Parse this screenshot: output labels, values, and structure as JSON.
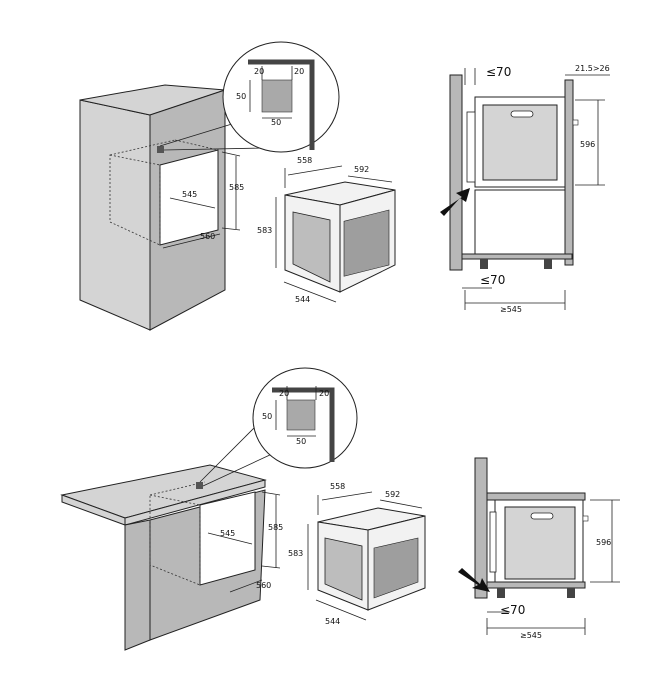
{
  "top_diagram": {
    "detail": {
      "w": "20",
      "h": "50",
      "d1": "20",
      "d2": "20",
      "w2": "50"
    },
    "niche": {
      "d": "585",
      "w": "560",
      "depth": "545"
    },
    "oven": {
      "w": "558",
      "d": "592",
      "h": "583",
      "depth": "544"
    },
    "side": {
      "top_gap": "≤70",
      "top_right": "21.5>26",
      "h": "596",
      "bottom_gap": "≤70",
      "depth": "≥545"
    }
  },
  "bottom_diagram": {
    "detail": {
      "w": "20",
      "h": "50",
      "d1": "20",
      "d2": "20",
      "w2": "50"
    },
    "niche": {
      "d": "585",
      "w": "560",
      "depth": "545"
    },
    "oven": {
      "w": "558",
      "d": "592",
      "h": "583",
      "depth": "544"
    },
    "side": {
      "h": "596",
      "bottom_gap": "≤70",
      "depth": "≥545"
    }
  },
  "colors": {
    "cabinet": "#d4d4d4",
    "line": "#222222"
  }
}
